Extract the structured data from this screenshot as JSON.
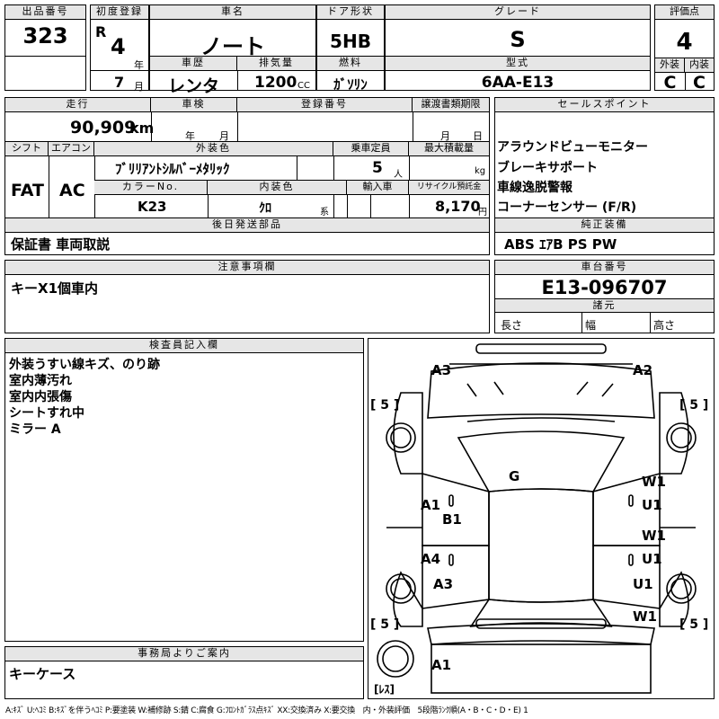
{
  "header": {
    "lot_label": "出品番号",
    "lot": "323",
    "first_reg_label": "初度登録",
    "era": "R",
    "reg_year": "4",
    "year_unit": "年",
    "reg_month": "7",
    "month_unit": "月",
    "car_name_label": "車名",
    "car_name": "ノート",
    "history_label": "車歴",
    "history": "レンタ",
    "displacement_label": "排気量",
    "displacement": "1200",
    "cc_unit": "CC",
    "door_label": "ドア形状",
    "door": "5HB",
    "fuel_label": "燃料",
    "fuel": "ｶﾞｿﾘﾝ",
    "grade_label": "グレード",
    "grade": "S",
    "model_label": "型式",
    "model": "6AA-E13",
    "score_label": "評価点",
    "score": "4",
    "ext_label": "外装",
    "ext": "C",
    "int_label": "内装",
    "int": "C"
  },
  "row2": {
    "mileage_label": "走行",
    "mileage": "90,909",
    "km_unit": "km",
    "inspection_label": "車検",
    "year_unit": "年",
    "month_unit": "月",
    "reg_no_label": "登録番号",
    "transfer_label": "譲渡書類期限",
    "t_month": "月",
    "t_day": "日",
    "shift_label": "シフト",
    "shift": "FAT",
    "ac_label": "エアコン",
    "ac": "AC",
    "color_label": "外装色",
    "color": "ﾌﾞﾘﾘｱﾝﾄｼﾙﾊﾞｰﾒﾀﾘｯｸ",
    "capacity_label": "乗車定員",
    "capacity": "5",
    "person_unit": "人",
    "load_label": "最大積載量",
    "kg_unit": "kg",
    "color_no_label": "カラーNo.",
    "color_no": "K23",
    "interior_label": "内装色",
    "interior": "ｸﾛ",
    "kei_unit": "系",
    "import_label": "輸入車",
    "recycle_label": "リサイクル預託金",
    "recycle": "8,170",
    "yen_unit": "円",
    "later_label": "後日発送部品",
    "later": "保証書 車両取説"
  },
  "sales": {
    "label": "セールスポイント",
    "points": [
      "アラウンドビューモニター",
      "ブレーキサポート",
      "車線逸脱警報",
      "コーナーセンサー (F/R)"
    ],
    "genuine_label": "純正装備",
    "genuine": "ABS ｴｱB PS PW"
  },
  "notes": {
    "label": "注意事項欄",
    "text": "キーX1個車内"
  },
  "chassis": {
    "label": "車台番号",
    "number": "E13-096707",
    "spec_label": "諸元",
    "length": "長さ",
    "width": "幅",
    "height": "高さ"
  },
  "inspector": {
    "label": "検査員記入欄",
    "lines": [
      "外装うすい線キズ、のり跡",
      "室内薄汚れ",
      "室内内張傷",
      "シートすれ中",
      "ミラー A"
    ]
  },
  "office": {
    "label": "事務局よりご案内",
    "text": "キーケース"
  },
  "diagram": {
    "marks": {
      "a3_top": "A3",
      "a2_top": "A2",
      "g": "G",
      "a1_left": "A1",
      "b1": "B1",
      "a4": "A4",
      "a3_left": "A3",
      "w1_a": "W1",
      "u1_a": "U1",
      "w1_b": "W1",
      "u1_b": "U1",
      "u1_c": "U1",
      "w1_c": "W1",
      "a1_bottom": "A1"
    },
    "tires": {
      "fl": "[ 5 ]",
      "fr": "[ 5 ]",
      "rl": "[ 5 ]",
      "rr": "[ 5 ]"
    },
    "spare": "[ﾚｽ]"
  },
  "legend": "A:ｷｽﾞ U:ﾍｺﾐ B:ｷｽﾞを伴うﾍｺﾐ P:要塗装 W:補修跡 S:錆 C:腐食 G:ﾌﾛﾝﾄｶﾞﾗｽ点ｷｽﾞ XX:交換済み X:要交換　内・外装評価　5段階ﾗﾝｸ順(A・B・C・D・E) 1"
}
